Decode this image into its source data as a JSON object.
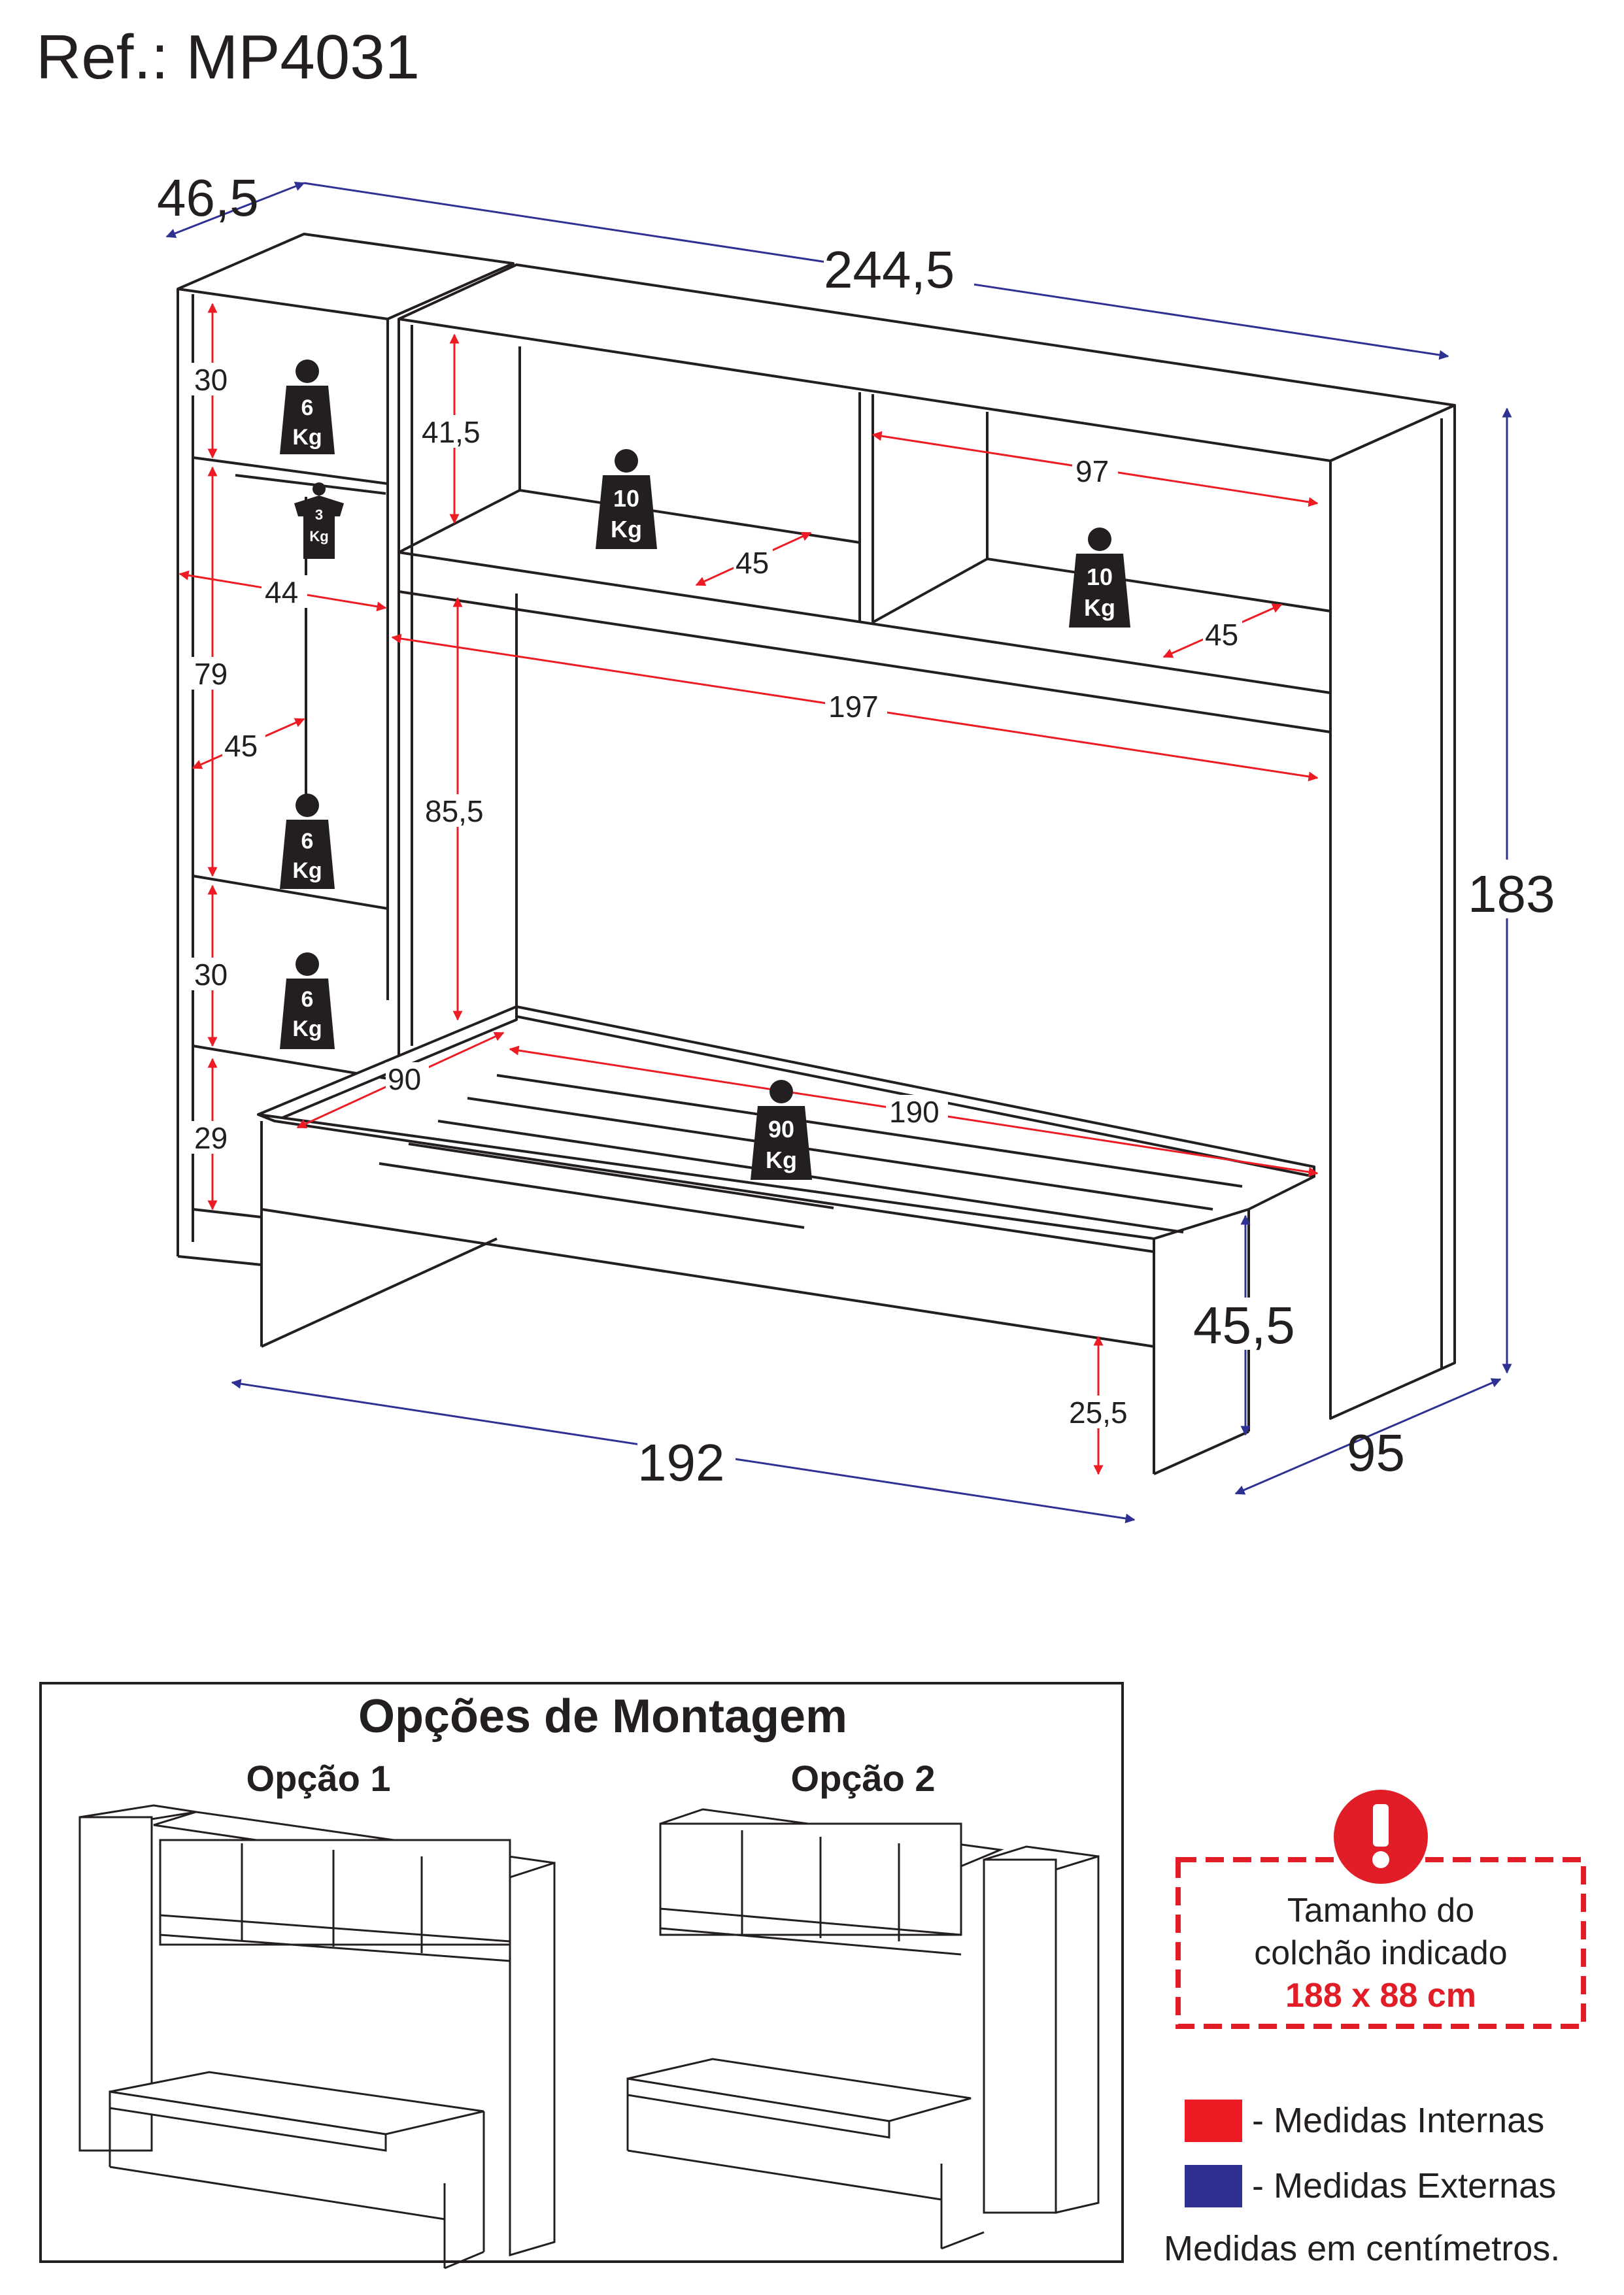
{
  "reference": "Ref.: MP4031",
  "colors": {
    "internal": "#ed1c24",
    "external": "#2e3192",
    "line": "#231f20",
    "weight_icon": "#231f20",
    "warning": "#e11d27"
  },
  "main_drawing": {
    "external_dims": {
      "depth_top": "46,5",
      "width_top": "244,5",
      "height": "183",
      "length": "192",
      "depth_bed": "95",
      "bed_height": "45,5"
    },
    "internal_dims": {
      "niche_height_top": "30",
      "cabinet_height": "41,5",
      "cabinet_width": "97",
      "cabinet_depth_left": "45",
      "cabinet_depth_right": "45",
      "rod_width": "44",
      "hanging_height": "79",
      "hanging_depth": "45",
      "bridge_width": "197",
      "under_bridge_height": "85,5",
      "niche_mid": "30",
      "niche_low": "29",
      "bed_width": "90",
      "bed_length": "190",
      "under_bed": "25,5"
    },
    "weights": {
      "shelf_top": {
        "num": "6",
        "unit": "Kg"
      },
      "hanger": {
        "num": "3",
        "unit": "Kg"
      },
      "shelf_mid": {
        "num": "6",
        "unit": "Kg"
      },
      "shelf_low": {
        "num": "6",
        "unit": "Kg"
      },
      "cabinet_left": {
        "num": "10",
        "unit": "Kg"
      },
      "cabinet_right": {
        "num": "10",
        "unit": "Kg"
      },
      "bed": {
        "num": "90",
        "unit": "Kg"
      }
    }
  },
  "assembly_options": {
    "title": "Opções de Montagem",
    "option1": "Opção 1",
    "option2": "Opção 2"
  },
  "notice": {
    "line1": "Tamanho do",
    "line2": "colchão indicado",
    "size": "188 x 88 cm"
  },
  "legend": {
    "internal": "- Medidas Internas",
    "external": "- Medidas Externas",
    "units": "Medidas em centímetros."
  }
}
